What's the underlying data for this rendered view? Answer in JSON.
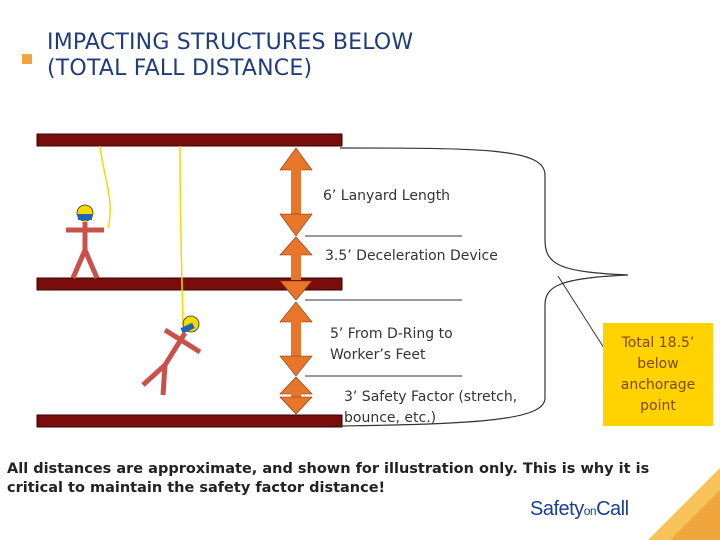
{
  "title": "IMPACTING STRUCTURES BELOW\n(TOTAL FALL DISTANCE)",
  "labels": {
    "lanyard": "6’ Lanyard Length",
    "decel": "3.5’ Deceleration Device",
    "dring": "5’ From D-Ring to\nWorker’s Feet",
    "safety": "3’ Safety Factor (stretch,\nbounce, etc.)"
  },
  "total": "Total 18.5’\nbelow\nanchorage\npoint",
  "note": "All distances are approximate, and shown for illustration only. This is why it is critical to maintain the safety factor distance!",
  "logo": {
    "main": "Safety",
    "on": "on",
    "call": "Call"
  },
  "colors": {
    "beam": "#7b0c0c",
    "arrow": "#e8762a",
    "lanyard": "#f2d900",
    "worker": "#c8524a",
    "helmet": "#f2d900",
    "total_box": "#ffd200",
    "accent": "#f0a63c",
    "title": "#1f3d7a",
    "logo": "#1a3f8f"
  }
}
